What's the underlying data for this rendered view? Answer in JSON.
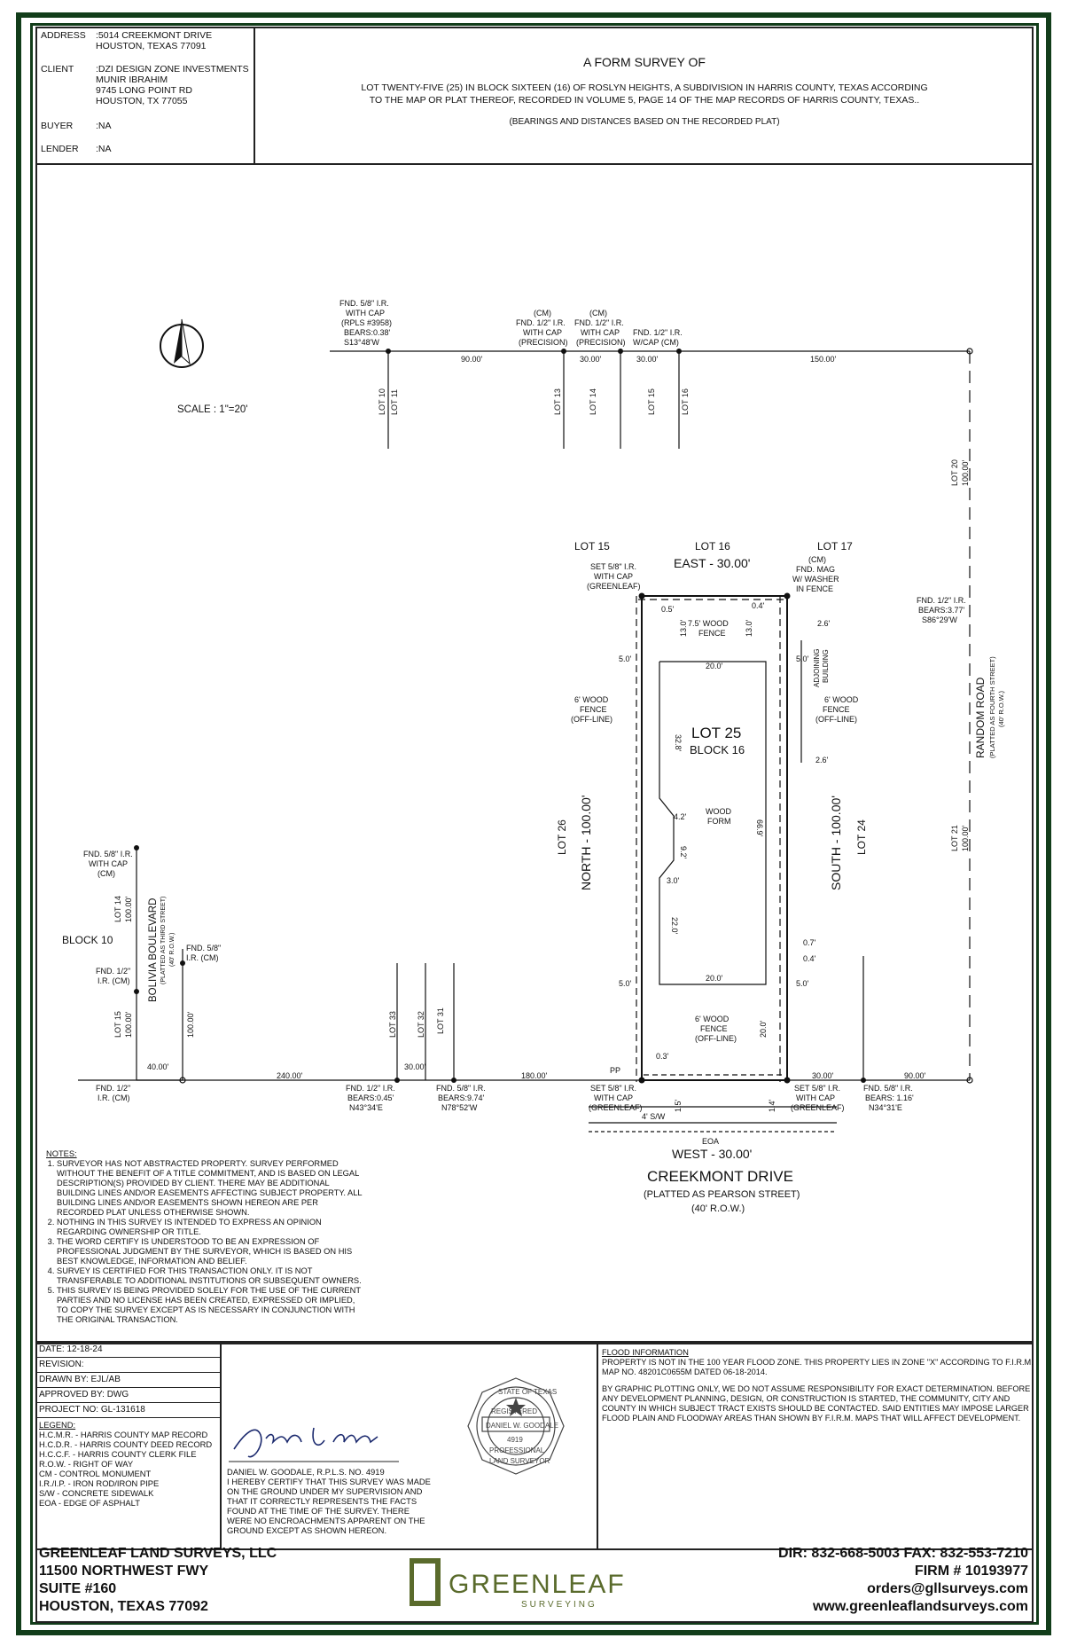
{
  "header": {
    "address_label": "ADDRESS",
    "address": ":5014 CREEKMONT DRIVE\nHOUSTON, TEXAS 77091",
    "client_label": "CLIENT",
    "client": ":DZI DESIGN ZONE INVESTMENTS\nMUNIR IBRAHIM\n9745 LONG POINT RD\nHOUSTON, TX 77055",
    "buyer_label": "BUYER",
    "buyer": ":NA",
    "lender_label": "LENDER",
    "lender": ":NA",
    "title": "A FORM SURVEY OF",
    "description_1": "LOT TWENTY-FIVE (25) IN BLOCK SIXTEEN (16) OF ROSLYN HEIGHTS, A SUBDIVISION IN HARRIS COUNTY, TEXAS ACCORDING",
    "description_2": "TO THE MAP OR PLAT THEREOF, RECORDED IN VOLUME 5, PAGE 14 OF THE MAP RECORDS OF HARRIS COUNTY, TEXAS..",
    "basis_note": "(BEARINGS AND DISTANCES BASED ON THE RECORDED PLAT)"
  },
  "plat": {
    "scale": "SCALE : 1\"=20'",
    "top_monument_1": [
      "FND. 5/8\" I.R.",
      "WITH CAP",
      "(RPLS #3958)",
      "BEARS:0.38'",
      "S13°48'W"
    ],
    "top_monument_2": [
      "(CM)",
      "FND. 1/2\" I.R.",
      "WITH CAP",
      "(PRECISION)"
    ],
    "top_monument_3": [
      "(CM)",
      "FND. 1/2\" I.R.",
      "WITH CAP",
      "(PRECISION)"
    ],
    "top_monument_4": [
      "FND. 1/2\" I.R.",
      "W/CAP (CM)"
    ],
    "dist_90": "90.00'",
    "dist_30a": "30.00'",
    "dist_30b": "30.00'",
    "dist_150": "150.00'",
    "lot_10": "LOT 10",
    "lot_11": "LOT 11",
    "lot_13": "LOT 13",
    "lot_14": "LOT 14",
    "lot_15v": "LOT 15",
    "lot_16v": "LOT 16",
    "lot_20": "LOT 20",
    "lot_20_dist": "100.00'",
    "lot_21": "LOT 21",
    "lot_21_dist": "100.00'",
    "random_road": "RANDOM ROAD",
    "random_road_sub": "(PLATTED AS FOURTH STREET)",
    "random_road_row": "(40' R.O.W.)",
    "fnd_right": [
      "FND. 1/2\" I.R.",
      "BEARS:3.77'",
      "S86°29'W"
    ],
    "lot_15": "LOT 15",
    "lot_16": "LOT 16",
    "lot_17": "LOT 17",
    "east": "EAST - 30.00'",
    "set_nw": [
      "SET 5/8\" I.R.",
      "WITH CAP",
      "(GREENLEAF)"
    ],
    "fnd_ne": [
      "(CM)",
      "FND. MAG",
      "W/ WASHER",
      "IN FENCE"
    ],
    "d_05": "0.5'",
    "d_04": "0.4'",
    "d_130a": "13.0'",
    "d_130b": "13.0'",
    "fence_75": [
      "7.5' WOOD",
      "FENCE"
    ],
    "d_26a": "2.6'",
    "d_26b": "2.6'",
    "adjoining": [
      "ADJOINING",
      "BUILDING"
    ],
    "d_50a": "5.0'",
    "d_50b": "5.0'",
    "d_50c": "5.0'",
    "d_50d": "5.0'",
    "d_200a": "20.0'",
    "d_200b": "20.0'",
    "fence_left": [
      "6' WOOD",
      "FENCE",
      "(OFF-LINE)"
    ],
    "fence_right": [
      "6' WOOD",
      "FENCE",
      "(OFF-LINE)"
    ],
    "fence_bottom": [
      "6' WOOD",
      "FENCE",
      "(OFF-LINE)"
    ],
    "lot25": "LOT 25",
    "block16": "BLOCK 16",
    "d_328": "32.8'",
    "d_669": "66.9'",
    "wood_form": [
      "WOOD",
      "FORM"
    ],
    "d_42": "4.2'",
    "d_92": "9.2'",
    "d_30": "3.0'",
    "d_220": "22.0'",
    "d_07": "0.7'",
    "d_04b": "0.4'",
    "d_200c": "20.0'",
    "d_03": "0.3'",
    "north": "NORTH - 100.00'",
    "south": "SOUTH - 100.00'",
    "lot_26": "LOT 26",
    "lot_24": "LOT 24",
    "pp": "PP",
    "set_sw": [
      "SET 5/8\" I.R.",
      "WITH CAP",
      "(GREENLEAF)"
    ],
    "set_se": [
      "SET 5/8\" I.R.",
      "WITH CAP",
      "(GREENLEAF)"
    ],
    "d_15": "1.5'",
    "d_14": "1.4'",
    "sw4": "4' S/W",
    "eoa": "EOA",
    "west": "WEST - 30.00'",
    "street": "CREEKMONT DRIVE",
    "street_sub": "(PLATTED AS PEARSON STREET)",
    "street_row": "(40' R.O.W.)",
    "dist_180": "180.00'",
    "dist_240": "240.00'",
    "dist_30c": "30.00'",
    "dist_30d": "30.00'",
    "dist_90b": "90.00'",
    "dist_40": "40.00'",
    "fnd_b1": [
      "FND. 1/2\" I.R.",
      "BEARS:0.45'",
      "N43°34'E"
    ],
    "fnd_b2": [
      "FND. 5/8\" I.R.",
      "BEARS:9.74'",
      "N78°52'W"
    ],
    "fnd_b3": [
      "FND. 5/8\" I.R.",
      "BEARS: 1.16'",
      "N34°31'E"
    ],
    "fnd_b4": [
      "FND. 1/2\"",
      "I.R. (CM)"
    ],
    "lot_33": "LOT 33",
    "lot_32": "LOT 32",
    "lot_31": "LOT 31",
    "block10": "BLOCK 10",
    "bolivia": "BOLIVIA BOULEVARD",
    "bolivia_sub": "(PLATTED AS THIRD STREET)",
    "bolivia_row": "(40' R.O.W.)",
    "fnd_l1": [
      "FND. 5/8\" I.R.",
      "WITH CAP",
      "(CM)"
    ],
    "fnd_l2": [
      "FND. 1/2\"",
      "I.R. (CM)"
    ],
    "fnd_l3": [
      "FND. 5/8\"",
      "I.R. (CM)"
    ],
    "lot_14l": "LOT 14",
    "lot_14l_d": "100.00'",
    "lot_15l": "LOT 15",
    "lot_15l_d": "100.00'",
    "d_100l": "100.00'"
  },
  "notes": {
    "heading": "NOTES:",
    "items": [
      "SURVEYOR HAS NOT ABSTRACTED PROPERTY. SURVEY PERFORMED WITHOUT THE BENEFIT OF A TITLE COMMITMENT, AND IS BASED ON LEGAL DESCRIPTION(S) PROVIDED BY CLIENT. THERE MAY BE ADDITIONAL BUILDING LINES AND/OR EASEMENTS AFFECTING SUBJECT PROPERTY. ALL BUILDING LINES AND/OR EASEMENTS SHOWN HEREON ARE PER RECORDED PLAT UNLESS OTHERWISE SHOWN.",
      "NOTHING IN THIS SURVEY IS INTENDED TO EXPRESS AN OPINION REGARDING OWNERSHIP OR TITLE.",
      "THE WORD CERTIFY IS UNDERSTOOD TO BE AN EXPRESSION OF PROFESSIONAL JUDGMENT BY THE SURVEYOR, WHICH IS BASED ON HIS BEST KNOWLEDGE, INFORMATION AND BELIEF.",
      "SURVEY IS CERTIFIED FOR THIS TRANSACTION ONLY. IT IS NOT TRANSFERABLE TO ADDITIONAL INSTITUTIONS OR SUBSEQUENT OWNERS.",
      "THIS SURVEY IS BEING PROVIDED SOLELY FOR THE USE OF THE CURRENT PARTIES AND NO LICENSE HAS BEEN CREATED, EXPRESSED OR IMPLIED, TO COPY THE SURVEY EXCEPT AS IS NECESSARY IN CONJUNCTION WITH THE ORIGINAL TRANSACTION."
    ]
  },
  "footer": {
    "date": "DATE: 12-18-24",
    "revision": "REVISION:",
    "drawn_by": "DRAWN BY: EJL/AB",
    "approved_by": "APPROVED BY: DWG",
    "project_no": "PROJECT NO: GL-131618",
    "legend_heading": "LEGEND:",
    "legend": [
      "H.C.M.R. - HARRIS COUNTY MAP RECORD",
      "H.C.D.R. - HARRIS COUNTY DEED RECORD",
      "H.C.C.F. - HARRIS COUNTY CLERK FILE",
      "R.O.W. - RIGHT OF WAY",
      "CM - CONTROL MONUMENT",
      "I.R./I.P. - IRON ROD/IRON PIPE",
      "S/W - CONCRETE SIDEWALK",
      "EOA - EDGE OF ASPHALT"
    ],
    "surveyor_line": "DANIEL W. GOODALE, R.P.L.S. NO. 4919",
    "certification": "I HEREBY CERTIFY THAT THIS SURVEY WAS MADE ON THE GROUND UNDER MY SUPERVISION AND THAT IT CORRECTLY REPRESENTS THE FACTS FOUND AT THE TIME OF THE SURVEY. THERE WERE NO ENCROACHMENTS APPARENT ON THE GROUND EXCEPT AS SHOWN HEREON.",
    "seal_state": "STATE OF TEXAS",
    "seal_registered": "REGISTERED",
    "seal_name": "DANIEL W. GOODALE",
    "seal_number": "4919",
    "seal_professional": "PROFESSIONAL",
    "seal_land": "LAND SURVEYOR",
    "flood_heading": "FLOOD INFORMATION",
    "flood_1": "PROPERTY IS NOT IN THE 100 YEAR FLOOD ZONE. THIS PROPERTY LIES IN ZONE \"X\" ACCORDING TO F.I.R.M. MAP NO. 48201C0655M DATED 06-18-2014.",
    "flood_2": "BY GRAPHIC PLOTTING ONLY, WE DO NOT ASSUME RESPONSIBILITY FOR EXACT DETERMINATION. BEFORE ANY DEVELOPMENT PLANNING, DESIGN, OR CONSTRUCTION IS STARTED, THE COMMUNITY, CITY AND COUNTY IN WHICH SUBJECT TRACT EXISTS SHOULD BE CONTACTED. SAID ENTITIES MAY IMPOSE LARGER FLOOD PLAIN AND FLOODWAY AREAS THAN SHOWN BY F.I.R.M. MAPS THAT WILL AFFECT DEVELOPMENT.",
    "company": "GREENLEAF LAND SURVEYS, LLC",
    "addr1": "11500 NORTHWEST FWY",
    "addr2": "SUITE #160",
    "addr3": "HOUSTON, TEXAS 77092",
    "logo_name": "GREENLEAF",
    "logo_sub": "SURVEYING",
    "phone": "DIR: 832-668-5003   FAX: 832-553-7210",
    "firm": "FIRM # 10193977",
    "email": "orders@gllsurveys.com",
    "web": "www.greenleaflandsurveys.com"
  },
  "colors": {
    "frame": "#123d1a",
    "ink": "#111111",
    "logo": "#5a6b2c"
  }
}
